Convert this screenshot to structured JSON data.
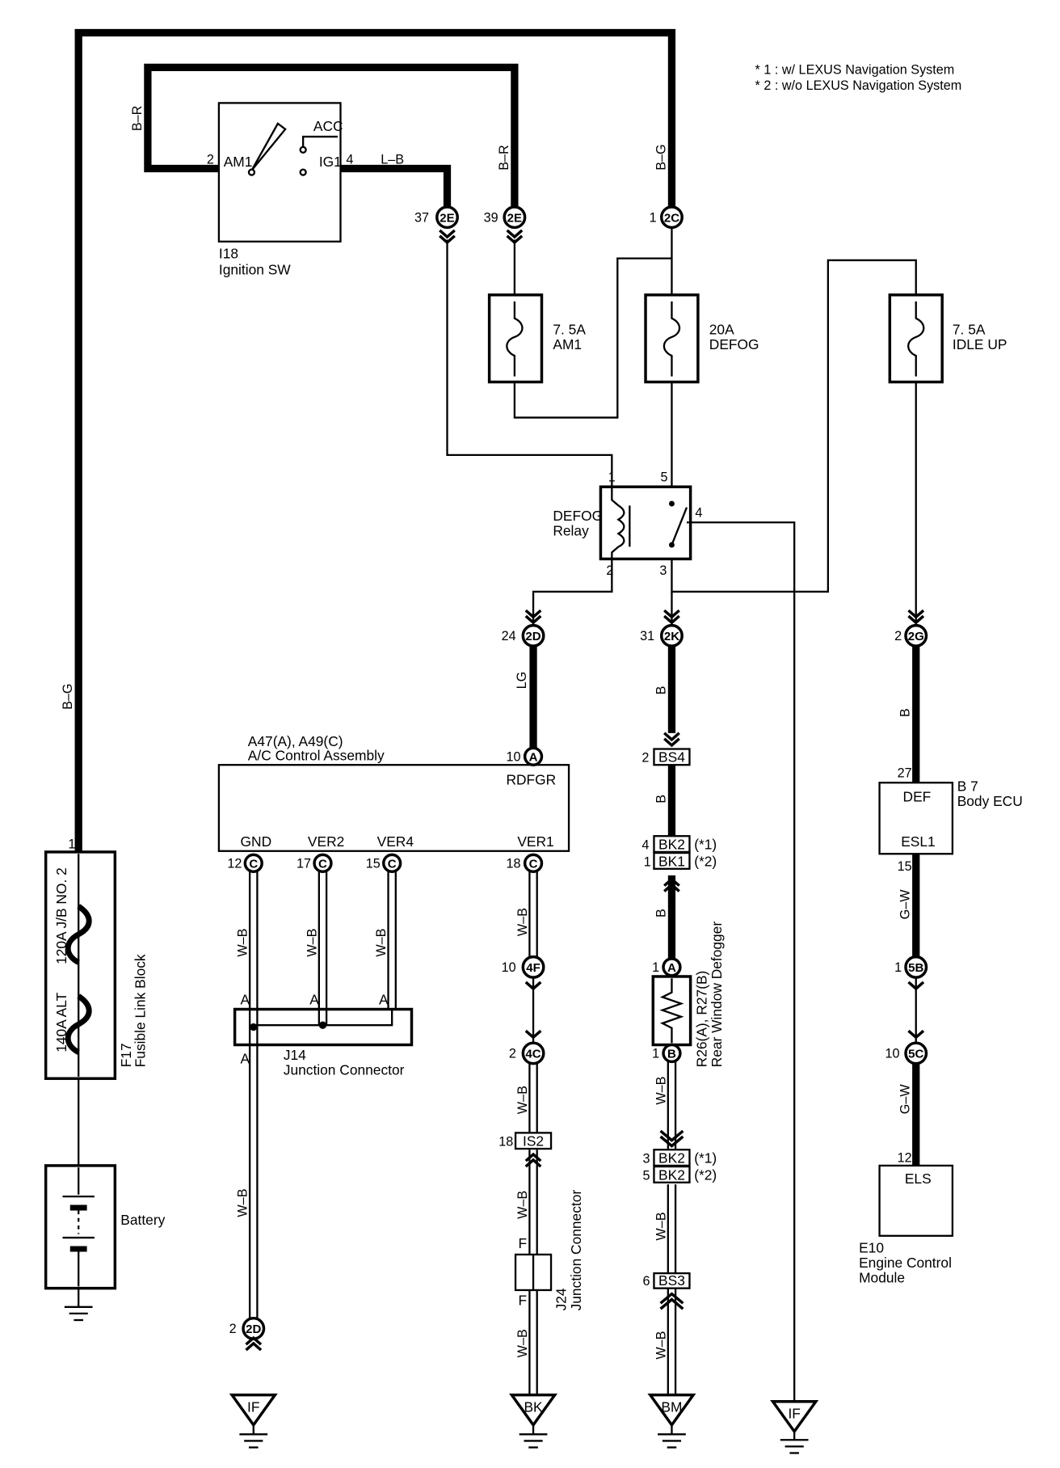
{
  "notes": [
    "* 1 : w/ LEXUS Navigation System",
    "* 2 : w/o LEXUS Navigation System"
  ],
  "wire_colors": {
    "br_left": "B–R",
    "br_mid": "B–R",
    "bg_top": "B–G",
    "bg_left": "B–G",
    "lb": "L–B",
    "lg": "LG",
    "b_2k": "B",
    "b_bs4": "B",
    "b_bk": "B",
    "b_2g": "B",
    "gw_15": "G–W",
    "gw_5c": "G–W",
    "wb_gnd": "W–B",
    "wb_ver2": "W–B",
    "wb_ver4": "W–B",
    "wb_ver1": "W–B",
    "wb_4c": "W–B",
    "wb_is2": "W–B",
    "wb_j24": "W–B",
    "wb_j14": "W–B",
    "wb_rear1": "W–B",
    "wb_rear2": "W–B",
    "wb_bs3": "W–B"
  },
  "components": {
    "ignition_sw": {
      "code": "I18",
      "name": "Ignition SW",
      "acc": "ACC",
      "am1": "AM1",
      "ig1": "IG1",
      "pin_am1": "2",
      "pin_ig1": "4"
    },
    "fuse_am1": {
      "rating": "7. 5A",
      "name": "AM1"
    },
    "fuse_defog": {
      "rating": "20A",
      "name": "DEFOG"
    },
    "fuse_idle": {
      "rating": "7. 5A",
      "name": "IDLE UP"
    },
    "defog_relay": {
      "name1": "DEFOG",
      "name2": "Relay",
      "pin1": "1",
      "pin2": "2",
      "pin3": "3",
      "pin4": "4",
      "pin5": "5"
    },
    "ac_control": {
      "code": "A47(A), A49(C)",
      "name": "A/C Control Assembly",
      "rdfgr": "RDFGR",
      "gnd": "GND",
      "ver2": "VER2",
      "ver4": "VER4",
      "ver1": "VER1"
    },
    "body_ecu": {
      "code": "B 7",
      "name": "Body ECU",
      "def": "DEF",
      "esl1": "ESL1"
    },
    "ecm": {
      "code": "E10",
      "name1": "Engine Control",
      "name2": "Module",
      "els": "ELS"
    },
    "fusible_link": {
      "code": "F17",
      "name": "Fusible Link Block",
      "fuse1": "120A J/B NO. 2",
      "fuse2": "140A ALT"
    },
    "battery": {
      "name": "Battery"
    },
    "j14": {
      "code": "J14",
      "name": "Junction Connector"
    },
    "j24": {
      "code": "J24",
      "name": "Junction Connector"
    },
    "rear_defogger": {
      "code": "R26(A), R27(B)",
      "name": "Rear Window Defogger"
    }
  },
  "connectors": {
    "c2e_37": {
      "pin": "37",
      "code": "2E"
    },
    "c2e_39": {
      "pin": "39",
      "code": "2E"
    },
    "c2c_1": {
      "pin": "1",
      "code": "2C"
    },
    "c2d_24": {
      "pin": "24",
      "code": "2D"
    },
    "c2k_31": {
      "pin": "31",
      "code": "2K"
    },
    "c2g_2": {
      "pin": "2",
      "code": "2G"
    },
    "ca_10": {
      "pin": "10",
      "code": "A"
    },
    "bs4_2": {
      "pin": "2",
      "code": "BS4"
    },
    "bk2_4": {
      "pin": "4",
      "code": "BK2",
      "note": "(*1)"
    },
    "bk1_1": {
      "pin": "1",
      "code": "BK1",
      "note": "(*2)"
    },
    "ecu_27": {
      "pin": "27"
    },
    "ecu_15": {
      "pin": "15"
    },
    "gnd_c12": {
      "pin": "12",
      "code": "C"
    },
    "ver2_c17": {
      "pin": "17",
      "code": "C"
    },
    "ver4_c15": {
      "pin": "15",
      "code": "C"
    },
    "ver1_c18": {
      "pin": "18",
      "code": "C"
    },
    "c4f_10": {
      "pin": "10",
      "code": "4F"
    },
    "c4c_2": {
      "pin": "2",
      "code": "4C"
    },
    "is2_18": {
      "pin": "18",
      "code": "IS2"
    },
    "c5b_1": {
      "pin": "1",
      "code": "5B"
    },
    "c5c_10": {
      "pin": "10",
      "code": "5C"
    },
    "ecm_12": {
      "pin": "12"
    },
    "ra_1": {
      "pin": "1",
      "code": "A"
    },
    "rb_1": {
      "pin": "1",
      "code": "B"
    },
    "bk2_3": {
      "pin": "3",
      "code": "BK2",
      "note": "(*1)"
    },
    "bk2_5": {
      "pin": "5",
      "code": "BK2",
      "note": "(*2)"
    },
    "bs3_6": {
      "pin": "6",
      "code": "BS3"
    },
    "c2d_2": {
      "pin": "2",
      "code": "2D"
    },
    "fl_1": {
      "pin": "1"
    },
    "j14_a1": "A",
    "j14_a2": "A",
    "j14_a3": "A",
    "j14_a4": "A",
    "j24_f1": "F",
    "j24_f2": "F"
  },
  "grounds": {
    "g1": "IF",
    "g2": "BK",
    "g3": "BM",
    "g4": "IF"
  }
}
